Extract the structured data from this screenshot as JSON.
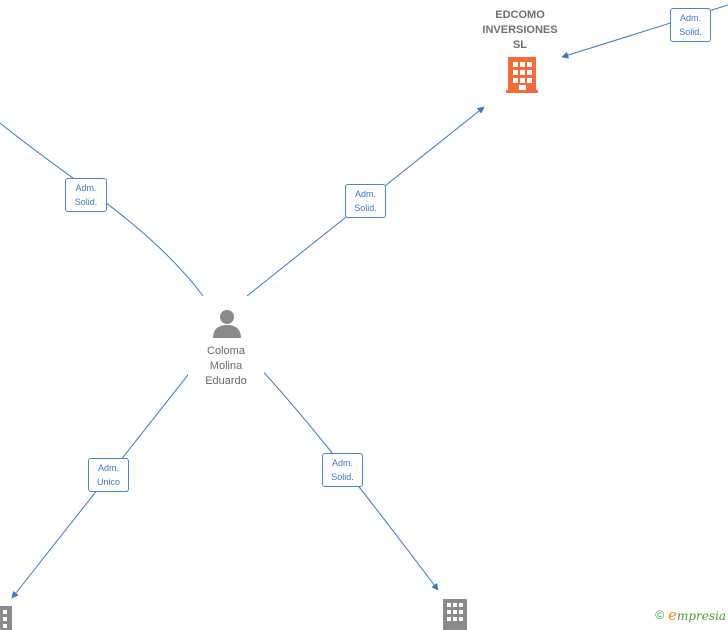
{
  "diagram": {
    "nodes": {
      "company_main": {
        "label": "EDCOMO\nINVERSIONES\nSL",
        "type": "company",
        "color": "#f26b3a"
      },
      "person": {
        "label": "Coloma\nMolina\nEduardo",
        "type": "person",
        "color": "#8a8a8a"
      },
      "company_bottom_left": {
        "label": "",
        "type": "company",
        "color": "#8a8a8a"
      },
      "company_bottom_mid": {
        "label": "",
        "type": "company",
        "color": "#8a8a8a"
      }
    },
    "edges": {
      "top_right": "Adm.\nSolid.",
      "person_to_main": "Adm.\nSolid.",
      "top_left": "Adm.\nSolid.",
      "to_bottom_left": "Adm.\nUnico",
      "to_bottom_mid": "Adm.\nSolid."
    },
    "edge_color": "#3a78c2"
  },
  "footer": {
    "copyright_symbol": "©",
    "brand_initial": "e",
    "brand_rest": "mpresia"
  }
}
